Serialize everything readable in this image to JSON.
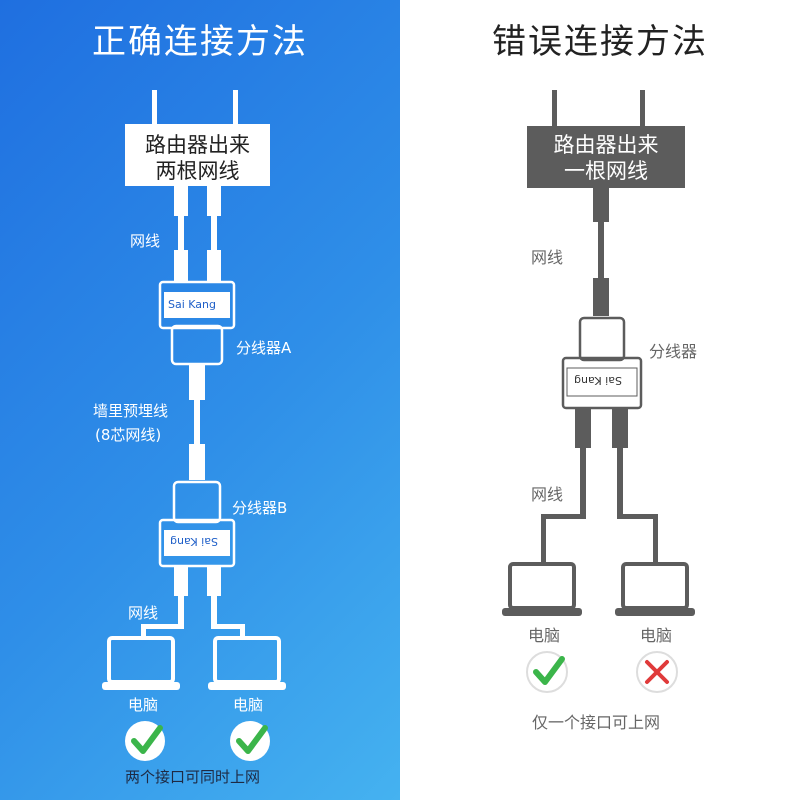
{
  "left": {
    "title": "正确连接方法",
    "router_line1": "路由器出来",
    "router_line2": "两根网线",
    "cable_label": "网线",
    "splitter_a": "分线器A",
    "wall_cable_line1": "墙里预埋线",
    "wall_cable_line2": "(8芯网线)",
    "splitter_b": "分线器B",
    "cable_label_bottom": "网线",
    "brand": "Sai Kang",
    "pc1_label": "电脑",
    "pc2_label": "电脑",
    "result": "两个接口可同时上网"
  },
  "right": {
    "title": "错误连接方法",
    "router_line1": "路由器出来",
    "router_line2": "一根网线",
    "cable_label": "网线",
    "splitter": "分线器",
    "cable_label_bottom": "网线",
    "brand": "Sai Kang",
    "pc1_label": "电脑",
    "pc2_label": "电脑",
    "result": "仅一个接口可上网"
  },
  "colors": {
    "good_check": "#3bb54a",
    "bad_cross": "#e03a3a",
    "dark_gray": "#5c5c5c"
  }
}
